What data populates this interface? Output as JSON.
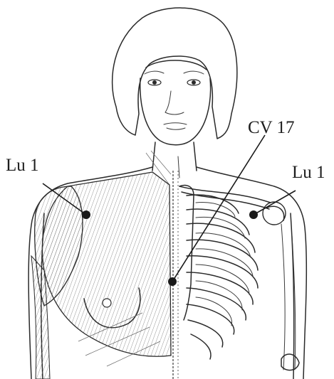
{
  "labels": {
    "lu1_left": "Lu 1",
    "cv17": "CV 17",
    "lu1_right": "Lu 1"
  },
  "colors": {
    "ink": "#2a2a2a",
    "point": "#1a1a1a",
    "background": "#ffffff"
  }
}
